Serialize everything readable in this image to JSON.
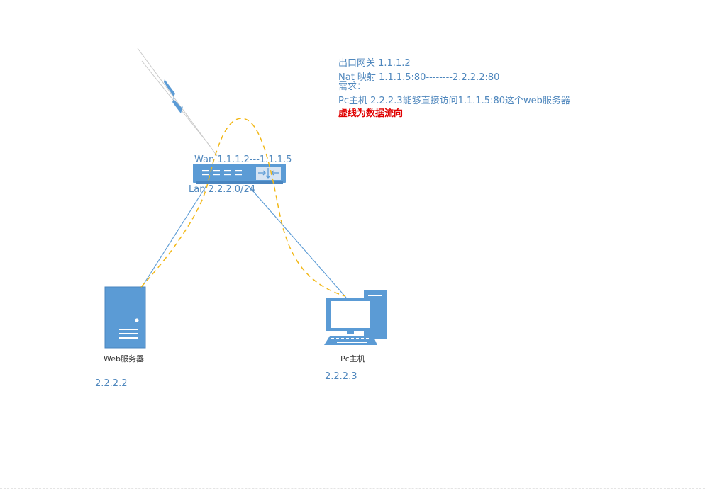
{
  "notes": {
    "gateway": "出口网关 1.1.1.2",
    "nat": "Nat 映射  1.1.1.5:80--------2.2.2.2:80",
    "requirement_title": "需求：",
    "requirement": "Pc主机 2.2.2.3能够直接访问1.1.1.5:80这个web服务器",
    "legend": "虚线为数据流向"
  },
  "router": {
    "wan_label": "Wan 1.1.1.2---1.1.1.5",
    "lan_label": "Lan 2.2.2.0/24"
  },
  "web_server": {
    "name": "Web服务器",
    "ip": "2.2.2.2"
  },
  "pc": {
    "name": "Pc主机",
    "ip": "2.2.2.3"
  },
  "colors": {
    "device": "#5b9bd5",
    "link": "#5b9bd5",
    "flow": "#f2b818",
    "text": "#4f87bd",
    "legend": "#e00000"
  }
}
